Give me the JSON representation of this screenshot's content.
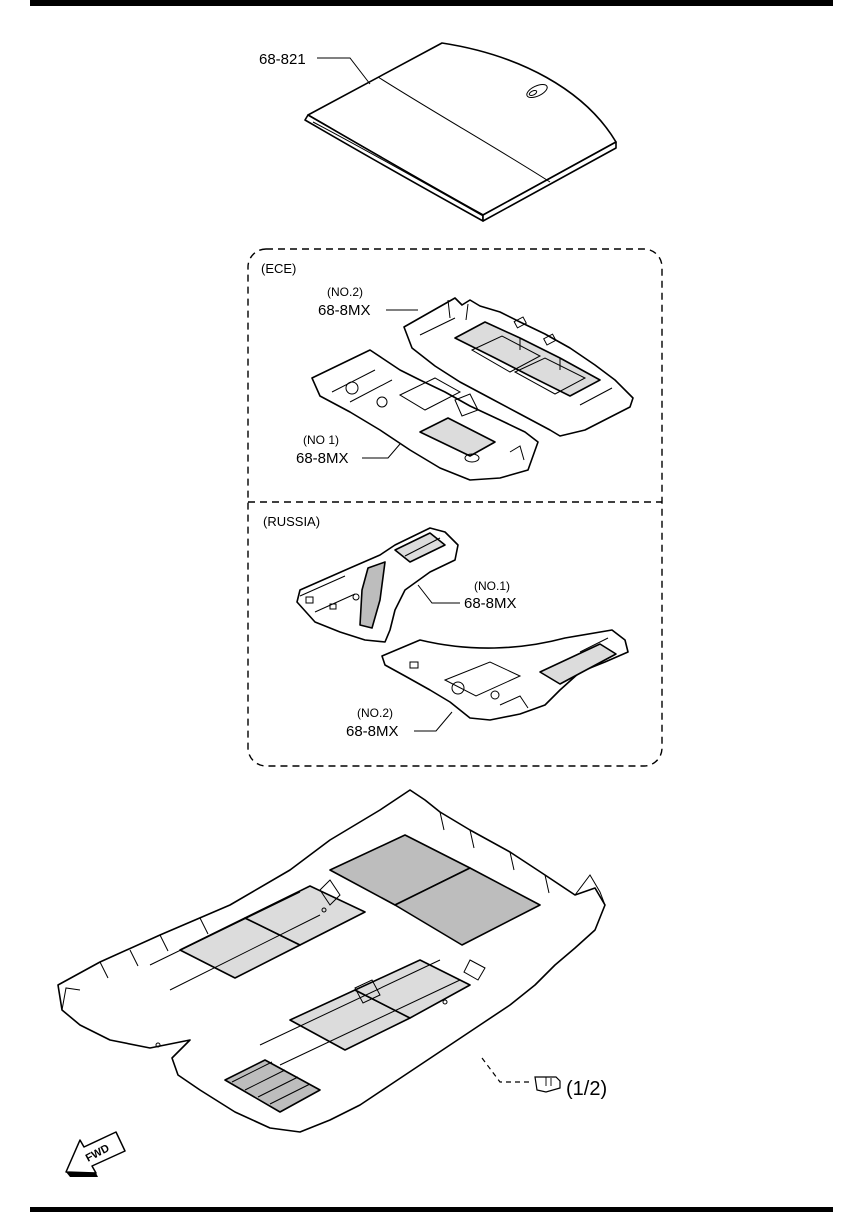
{
  "callouts": {
    "top_mat": "68-821",
    "ece_group": "(ECE)",
    "ece_no2_qual": "(NO.2)",
    "ece_no2_part": "68-8MX",
    "ece_no1_qual": "(NO 1)",
    "ece_no1_part": "68-8MX",
    "russia_group": "(RUSSIA)",
    "russia_no1_qual": "(NO.1)",
    "russia_no1_part": "68-8MX",
    "russia_no2_qual": "(NO.2)",
    "russia_no2_part": "68-8MX",
    "reference": "(1/2)",
    "fwd": "FWD"
  },
  "icons": {
    "reference": "hand-pointer-icon",
    "direction": "fwd-arrow-icon"
  }
}
